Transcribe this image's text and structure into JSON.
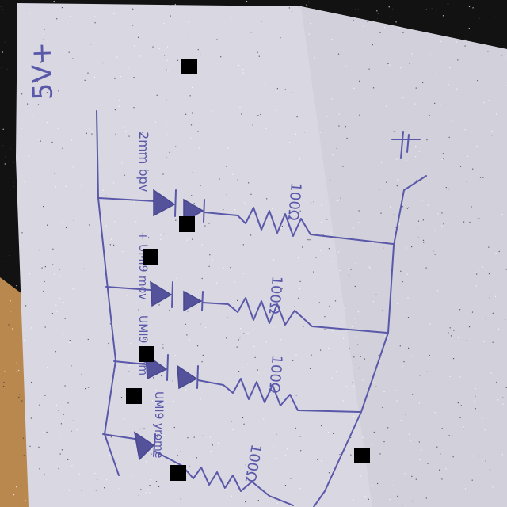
{
  "colors": {
    "background": "#141414",
    "paper": "#d8d7e2",
    "paper_shadow": "#c9c7d4",
    "wood": "#b9884f",
    "ink": "#5a58a8"
  },
  "labels": {
    "supply": "5V+",
    "resistor_1": "100Ω",
    "resistor_2": "100Ω",
    "resistor_3": "100Ω",
    "resistor_4": "100Ω",
    "diode_1": "2mm bpv",
    "diode_2": "+ UMI9 mov",
    "diode_3": "UMI9 3mm",
    "diode_4": "UMI9 yrome"
  },
  "icons": {
    "battery": "battery-symbol-icon",
    "diode": "diode-triangle-icon",
    "resistor": "resistor-zigzag-icon",
    "redaction": "black-square-icon"
  }
}
